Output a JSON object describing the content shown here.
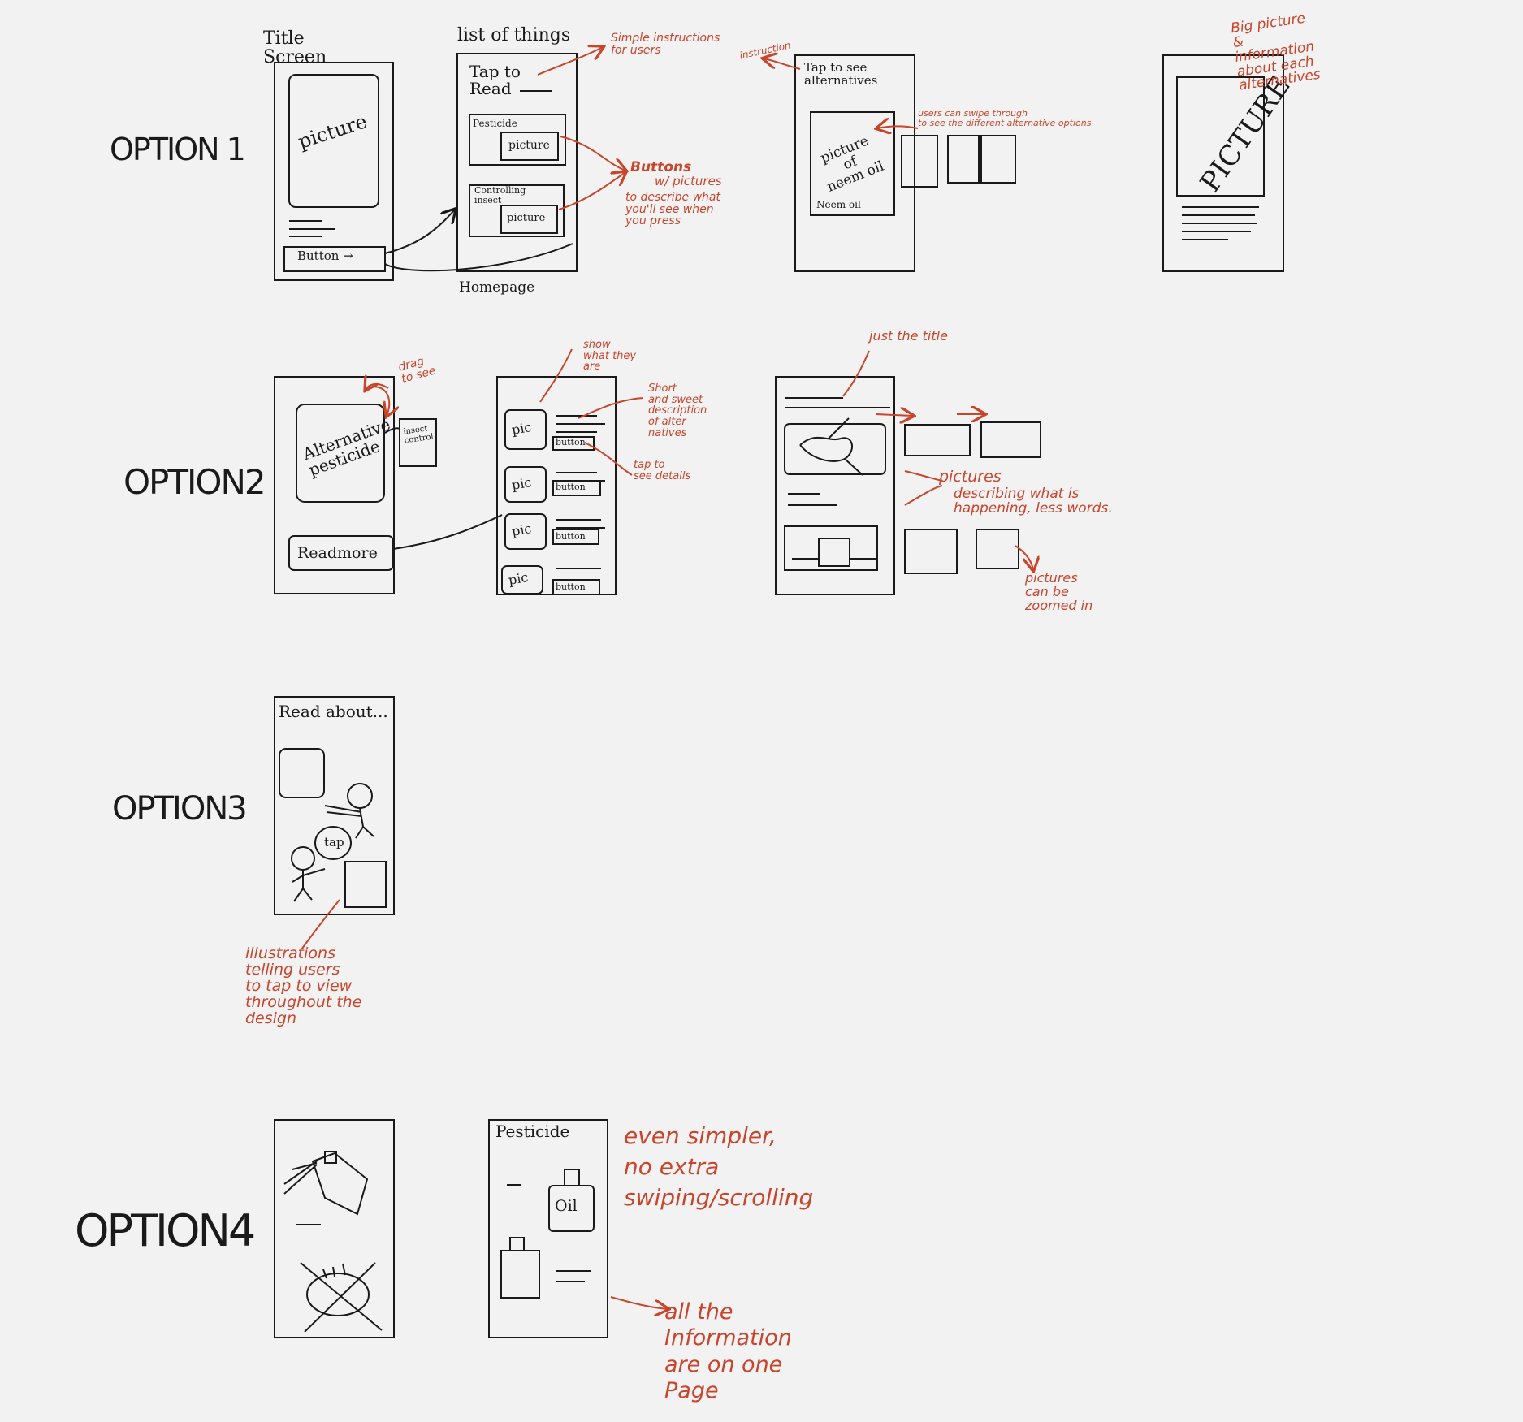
{
  "colors": {
    "ink": "#1a1a1a",
    "annotation": "#c8452c",
    "paper": "#f2f2f2"
  },
  "options": {
    "option1": {
      "label": "OPTION 1",
      "title_screen": {
        "heading": "Title\nScreen",
        "picture": "picture",
        "button": "Button →"
      },
      "list_screen": {
        "heading": "list of things",
        "tap_to_read": "Tap to\nRead",
        "item1": "Pesticide",
        "item1_picture": "picture",
        "item2": "Controlling\ninsect",
        "item2_picture": "picture",
        "caption": "Homepage"
      },
      "alternatives_screen": {
        "header": "Tap to see\nalternatives",
        "picture": "picture\nof\nneem oil",
        "caption": "Neem oil"
      },
      "big_picture_screen": {
        "picture": "PICTURE"
      },
      "notes": {
        "simple_instructions": "Simple instructions\nfor users",
        "buttons": "Buttons\nw/ pictures",
        "buttons_desc": "to describe what\nyou'll see when\nyou press",
        "instruction": "instruction",
        "swipe": "users can swipe through\nto see the different alternative options",
        "big_picture": "Big picture\n&\ninformation\nabout each\nalternatives"
      }
    },
    "option2": {
      "label": "OPTION2",
      "screen1": {
        "picture": "Alternative\npesticide",
        "side_card": "insect\ncontrol",
        "button": "Readmore"
      },
      "screen2": {
        "pics": [
          "pic",
          "pic",
          "pic",
          "pic"
        ],
        "buttons": [
          "button",
          "button",
          "button",
          "button"
        ]
      },
      "notes": {
        "drag": "drag\nto see",
        "show": "show\nwhat they\nare",
        "short": "Short\nand sweet\ndescription\nof alter\nnatives",
        "tap": "tap to\nsee details",
        "title": "just the title",
        "pictures": "pictures",
        "pictures_desc": "describing what is\nhappening, less words.",
        "zoom": "pictures\ncan be\nzoomed in"
      }
    },
    "option3": {
      "label": "OPTION3",
      "screen": {
        "heading": "Read about...",
        "tap": "tap"
      },
      "notes": {
        "illustrations": "illustrations\ntelling users\nto tap to view\nthroughout the\ndesign"
      }
    },
    "option4": {
      "label": "OPTION4",
      "screen2": {
        "heading": "Pesticide",
        "oil": "Oil"
      },
      "notes": {
        "simpler": "even simpler,\nno extra\nswiping/scrolling",
        "one_page": "all the\nInformation\nare on one\nPage"
      }
    }
  }
}
